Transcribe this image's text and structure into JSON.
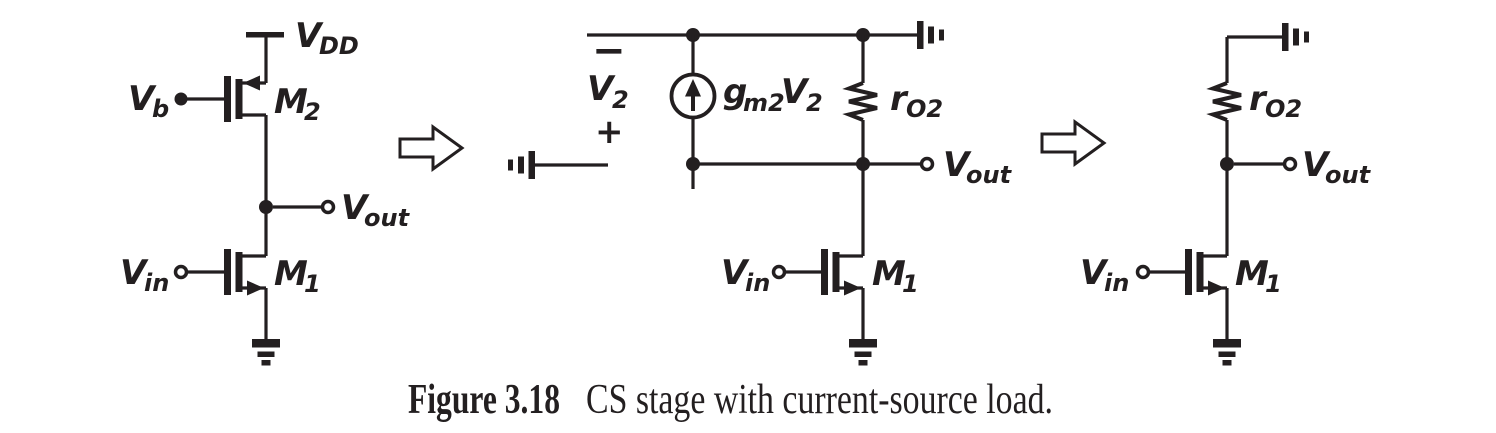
{
  "colors": {
    "ink": "#231f20",
    "background": "#ffffff"
  },
  "caption": {
    "number": "Figure 3.18",
    "text": "CS stage with current-source load."
  },
  "schematic": {
    "vdd": {
      "base": "V",
      "sub": "DD"
    },
    "vb": {
      "base": "V",
      "sub": "b"
    },
    "m2": {
      "base": "M",
      "sub": "2"
    },
    "vout": {
      "base": "V",
      "sub": "out"
    },
    "vin": {
      "base": "V",
      "sub": "in"
    },
    "m1": {
      "base": "M",
      "sub": "1"
    }
  },
  "small_signal": {
    "v2": {
      "minus": "−",
      "base": "V",
      "sub": "2",
      "plus": "+"
    },
    "gm2v2": {
      "base1": "g",
      "sub1": "m2",
      "base2": "V",
      "sub2": "2"
    },
    "ro2": {
      "base": "r",
      "sub": "O2"
    },
    "vout": {
      "base": "V",
      "sub": "out"
    },
    "vin": {
      "base": "V",
      "sub": "in"
    },
    "m1": {
      "base": "M",
      "sub": "1"
    }
  },
  "simplified": {
    "ro2": {
      "base": "r",
      "sub": "O2"
    },
    "vout": {
      "base": "V",
      "sub": "out"
    },
    "vin": {
      "base": "V",
      "sub": "in"
    },
    "m1": {
      "base": "M",
      "sub": "1"
    }
  }
}
